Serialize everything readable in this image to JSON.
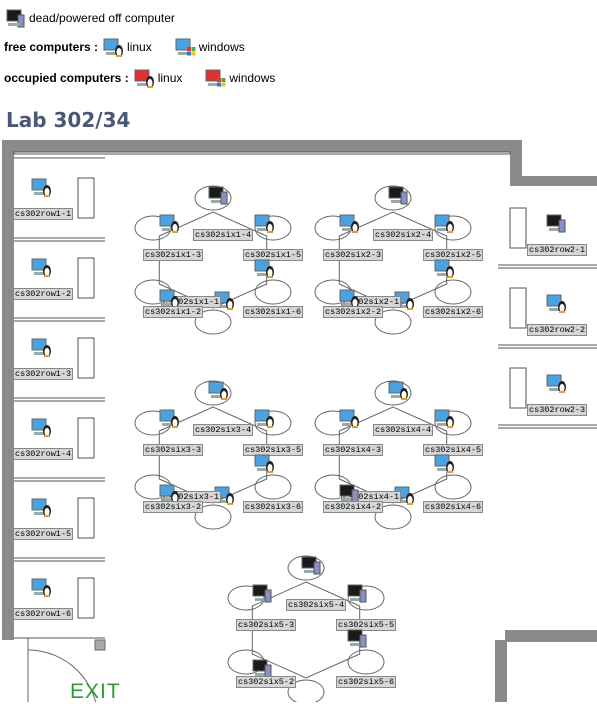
{
  "legend": {
    "dead_label": "dead/powered off computer",
    "free_label": "free computers :",
    "occupied_label": "occupied computers :",
    "linux": "linux",
    "windows": "windows"
  },
  "lab": {
    "title": "Lab 302/34",
    "exit": "EXIT"
  },
  "colors": {
    "free": "#4aa3e0",
    "occupied": "#e03030",
    "dead": "#1a1a1a",
    "title": "#4a5875",
    "exit": "#2f9b2f"
  },
  "row1": [
    {
      "name": "cs302row1-1",
      "status": "free",
      "os": "linux"
    },
    {
      "name": "cs302row1-2",
      "status": "free",
      "os": "linux"
    },
    {
      "name": "cs302row1-3",
      "status": "free",
      "os": "linux"
    },
    {
      "name": "cs302row1-4",
      "status": "free",
      "os": "linux"
    },
    {
      "name": "cs302row1-5",
      "status": "free",
      "os": "linux"
    },
    {
      "name": "cs302row1-6",
      "status": "free",
      "os": "linux"
    }
  ],
  "row2": [
    {
      "name": "cs302row2-1",
      "status": "dead",
      "os": "none"
    },
    {
      "name": "cs302row2-2",
      "status": "free",
      "os": "linux"
    },
    {
      "name": "cs302row2-3",
      "status": "free",
      "os": "linux"
    }
  ],
  "pods": [
    {
      "seats": [
        {
          "name": "cs302six1-1",
          "status": "free",
          "os": "linux"
        },
        {
          "name": "cs302six1-2",
          "status": "free",
          "os": "linux"
        },
        {
          "name": "cs302six1-3",
          "status": "free",
          "os": "linux"
        },
        {
          "name": "cs302six1-4",
          "status": "dead",
          "os": "none"
        },
        {
          "name": "cs302six1-5",
          "status": "free",
          "os": "linux"
        },
        {
          "name": "cs302six1-6",
          "status": "free",
          "os": "linux"
        }
      ]
    },
    {
      "seats": [
        {
          "name": "cs302six2-1",
          "status": "free",
          "os": "linux"
        },
        {
          "name": "cs302six2-2",
          "status": "free",
          "os": "linux"
        },
        {
          "name": "cs302six2-3",
          "status": "free",
          "os": "linux"
        },
        {
          "name": "cs302six2-4",
          "status": "dead",
          "os": "none"
        },
        {
          "name": "cs302six2-5",
          "status": "free",
          "os": "linux"
        },
        {
          "name": "cs302six2-6",
          "status": "free",
          "os": "linux"
        }
      ]
    },
    {
      "seats": [
        {
          "name": "cs302six3-1",
          "status": "free",
          "os": "linux"
        },
        {
          "name": "cs302six3-2",
          "status": "free",
          "os": "linux"
        },
        {
          "name": "cs302six3-3",
          "status": "free",
          "os": "linux"
        },
        {
          "name": "cs302six3-4",
          "status": "free",
          "os": "linux"
        },
        {
          "name": "cs302six3-5",
          "status": "free",
          "os": "linux"
        },
        {
          "name": "cs302six3-6",
          "status": "free",
          "os": "linux"
        }
      ]
    },
    {
      "seats": [
        {
          "name": "cs302six4-1",
          "status": "free",
          "os": "linux"
        },
        {
          "name": "cs302six4-2",
          "status": "dead",
          "os": "none"
        },
        {
          "name": "cs302six4-3",
          "status": "free",
          "os": "linux"
        },
        {
          "name": "cs302six4-4",
          "status": "free",
          "os": "linux"
        },
        {
          "name": "cs302six4-5",
          "status": "free",
          "os": "linux"
        },
        {
          "name": "cs302six4-6",
          "status": "free",
          "os": "linux"
        }
      ]
    },
    {
      "seats": [
        {
          "name": "cs302six5-2",
          "status": "dead",
          "os": "none"
        },
        {
          "name": "cs302six5-3",
          "status": "dead",
          "os": "none"
        },
        {
          "name": "cs302six5-4",
          "status": "dead",
          "os": "none"
        },
        {
          "name": "cs302six5-5",
          "status": "dead",
          "os": "none"
        },
        {
          "name": "cs302six5-6",
          "status": "dead",
          "os": "none"
        }
      ]
    }
  ]
}
